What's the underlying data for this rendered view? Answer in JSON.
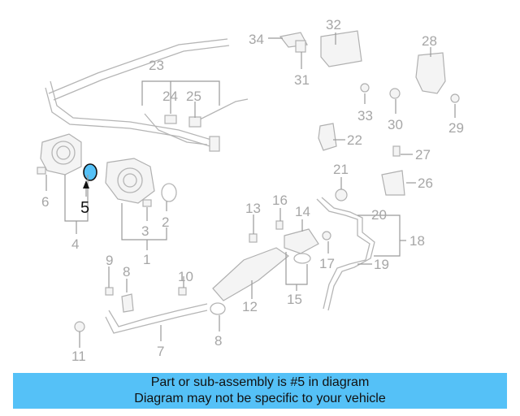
{
  "diagram": {
    "highlighted_part": "5",
    "callouts": [
      "34",
      "32",
      "28",
      "23",
      "24",
      "25",
      "31",
      "33",
      "30",
      "29",
      "22",
      "27",
      "6",
      "5",
      "4",
      "3",
      "2",
      "1",
      "21",
      "26",
      "13",
      "16",
      "14",
      "20",
      "18",
      "17",
      "19",
      "9",
      "8",
      "10",
      "12",
      "15",
      "11",
      "7"
    ]
  },
  "caption": {
    "line1": "Part or sub-assembly is #5 in diagram",
    "line2": "Diagram may not be specific to your vehicle"
  },
  "colors": {
    "caption_background": "#55c1f7",
    "highlighted_part_fill": "#55c1f7"
  }
}
